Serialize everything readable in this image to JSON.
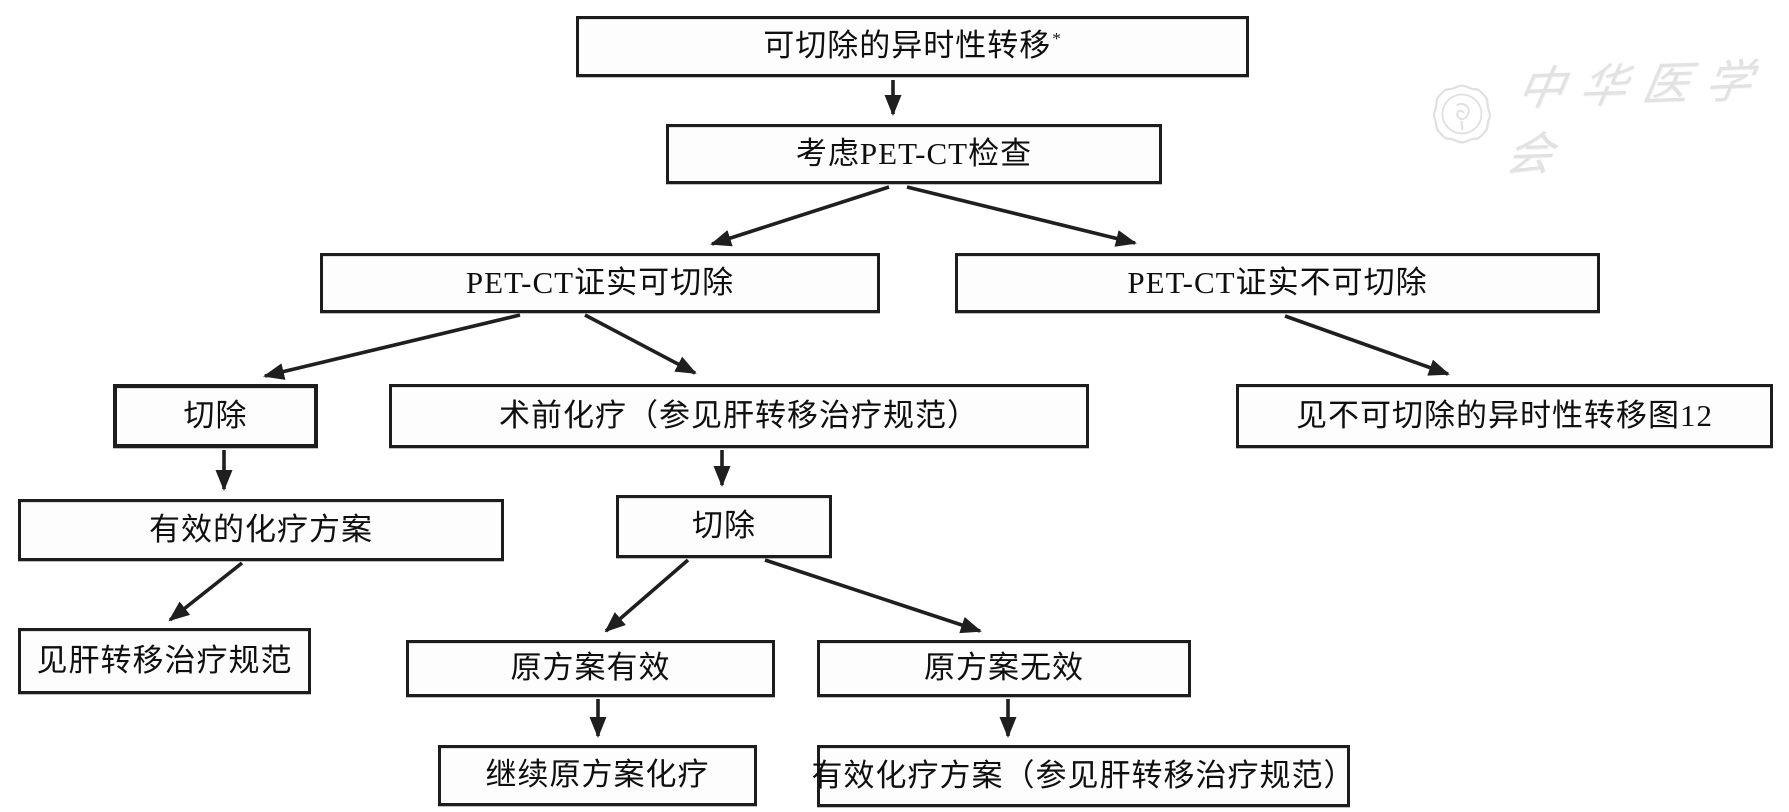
{
  "flowchart": {
    "nodes": {
      "n1": {
        "label": "可切除的异时性转移",
        "superscript": "*"
      },
      "n2": {
        "label": "考虑PET-CT检查"
      },
      "n3": {
        "label": "PET-CT证实可切除"
      },
      "n4": {
        "label": "PET-CT证实不可切除"
      },
      "n5": {
        "label": "切除"
      },
      "n6": {
        "label": "术前化疗（参见肝转移治疗规范）"
      },
      "n7": {
        "label": "见不可切除的异时性转移图12"
      },
      "n8": {
        "label": "有效的化疗方案"
      },
      "n9": {
        "label": "切除"
      },
      "n10": {
        "label": "见肝转移治疗规范"
      },
      "n11": {
        "label": "原方案有效"
      },
      "n12": {
        "label": "原方案无效"
      },
      "n13": {
        "label": "继续原方案化疗"
      },
      "n14": {
        "label": "有效化疗方案（参见肝转移治疗规范）"
      }
    },
    "edges": [
      {
        "from": "n1",
        "to": "n2"
      },
      {
        "from": "n2",
        "to": "n3"
      },
      {
        "from": "n2",
        "to": "n4"
      },
      {
        "from": "n3",
        "to": "n5"
      },
      {
        "from": "n3",
        "to": "n6"
      },
      {
        "from": "n4",
        "to": "n7"
      },
      {
        "from": "n5",
        "to": "n8"
      },
      {
        "from": "n6",
        "to": "n9"
      },
      {
        "from": "n8",
        "to": "n10"
      },
      {
        "from": "n9",
        "to": "n11"
      },
      {
        "from": "n9",
        "to": "n12"
      },
      {
        "from": "n11",
        "to": "n13"
      },
      {
        "from": "n12",
        "to": "n14"
      }
    ]
  },
  "watermark": {
    "organization": "中华医学会"
  },
  "colors": {
    "border": "#1d1d1d",
    "text": "#0f0f0f",
    "arrow": "#1f1f1f",
    "background": "#ffffff",
    "watermark": "#e2e2e2"
  }
}
